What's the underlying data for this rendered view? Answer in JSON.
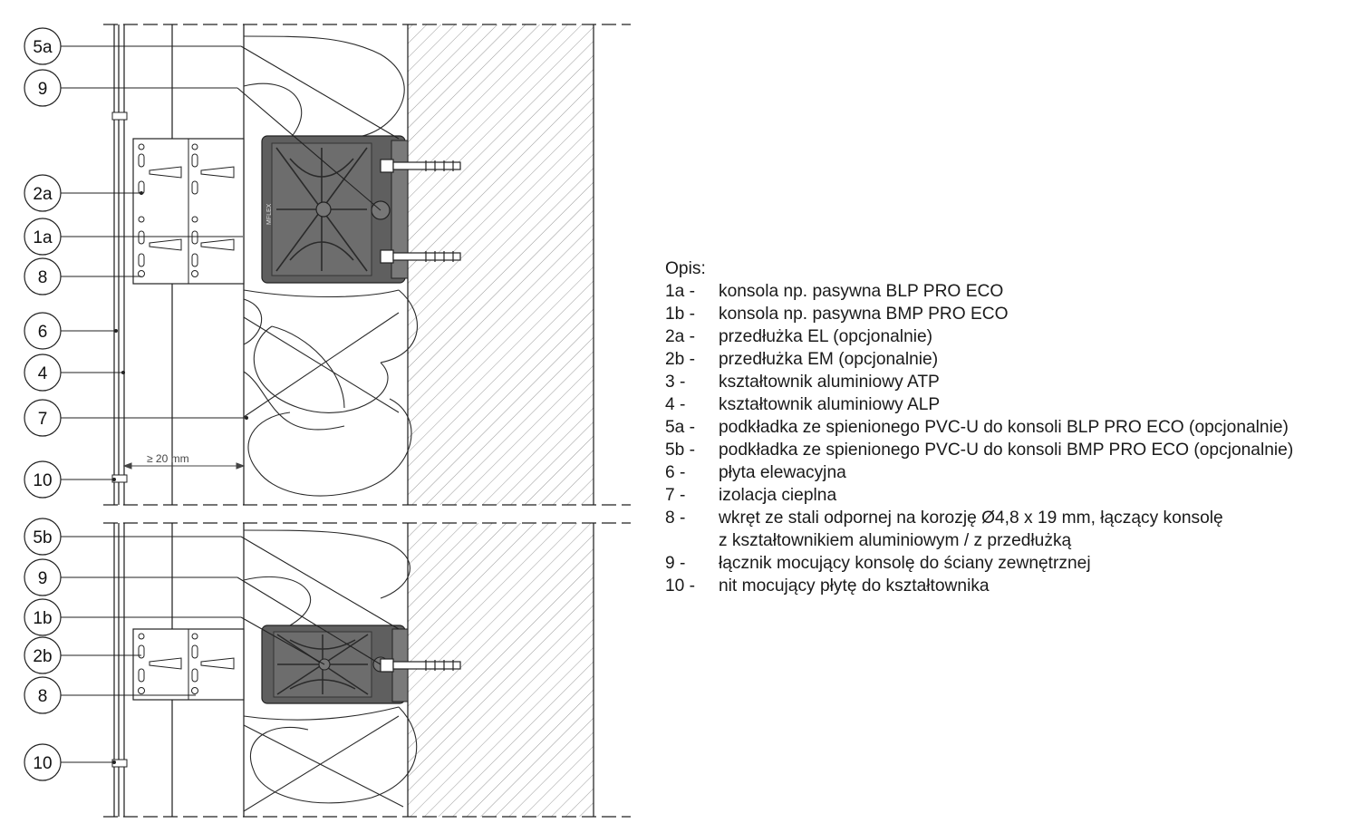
{
  "callouts_top": [
    "5a",
    "9",
    "2a",
    "1a",
    "8",
    "6",
    "4",
    "7",
    "10"
  ],
  "callouts_bottom": [
    "5b",
    "9",
    "1b",
    "2b",
    "8",
    "10"
  ],
  "dimension_label": "≥ 20 mm",
  "bracket_brand": "MFLEX",
  "legend": {
    "title": "Opis:",
    "items": [
      {
        "key": "1a -",
        "text": "konsola np. pasywna BLP PRO ECO"
      },
      {
        "key": "1b -",
        "text": "konsola np. pasywna BMP PRO ECO"
      },
      {
        "key": "2a -",
        "text": "przedłużka EL (opcjonalnie)"
      },
      {
        "key": "2b -",
        "text": "przedłużka EM (opcjonalnie)"
      },
      {
        "key": "3   -",
        "text": "kształtownik aluminiowy ATP"
      },
      {
        "key": "4   -",
        "text": "kształtownik aluminiowy ALP"
      },
      {
        "key": "5a -",
        "text": "podkładka ze spienionego PVC-U do konsoli BLP PRO ECO (opcjonalnie)"
      },
      {
        "key": "5b -",
        "text": "podkładka ze spienionego PVC-U do konsoli BMP PRO ECO (opcjonalnie)"
      },
      {
        "key": "6   -",
        "text": "płyta elewacyjna"
      },
      {
        "key": "7   -",
        "text": "izolacja cieplna"
      },
      {
        "key": "8   -",
        "text": "wkręt ze stali odpornej na korozję Ø4,8 x 19 mm, łączący konsolę"
      },
      {
        "key": "",
        "text": "z kształtownikiem aluminiowym / z przedłużką"
      },
      {
        "key": "9   -",
        "text": "łącznik mocujący konsolę do ściany zewnętrznej"
      },
      {
        "key": "10 -",
        "text": "nit mocujący płytę do kształtownika"
      }
    ]
  },
  "colors": {
    "line": "#1a1a1a",
    "bracket": "#5c5c5c",
    "hatch": "#8a8a8a"
  }
}
